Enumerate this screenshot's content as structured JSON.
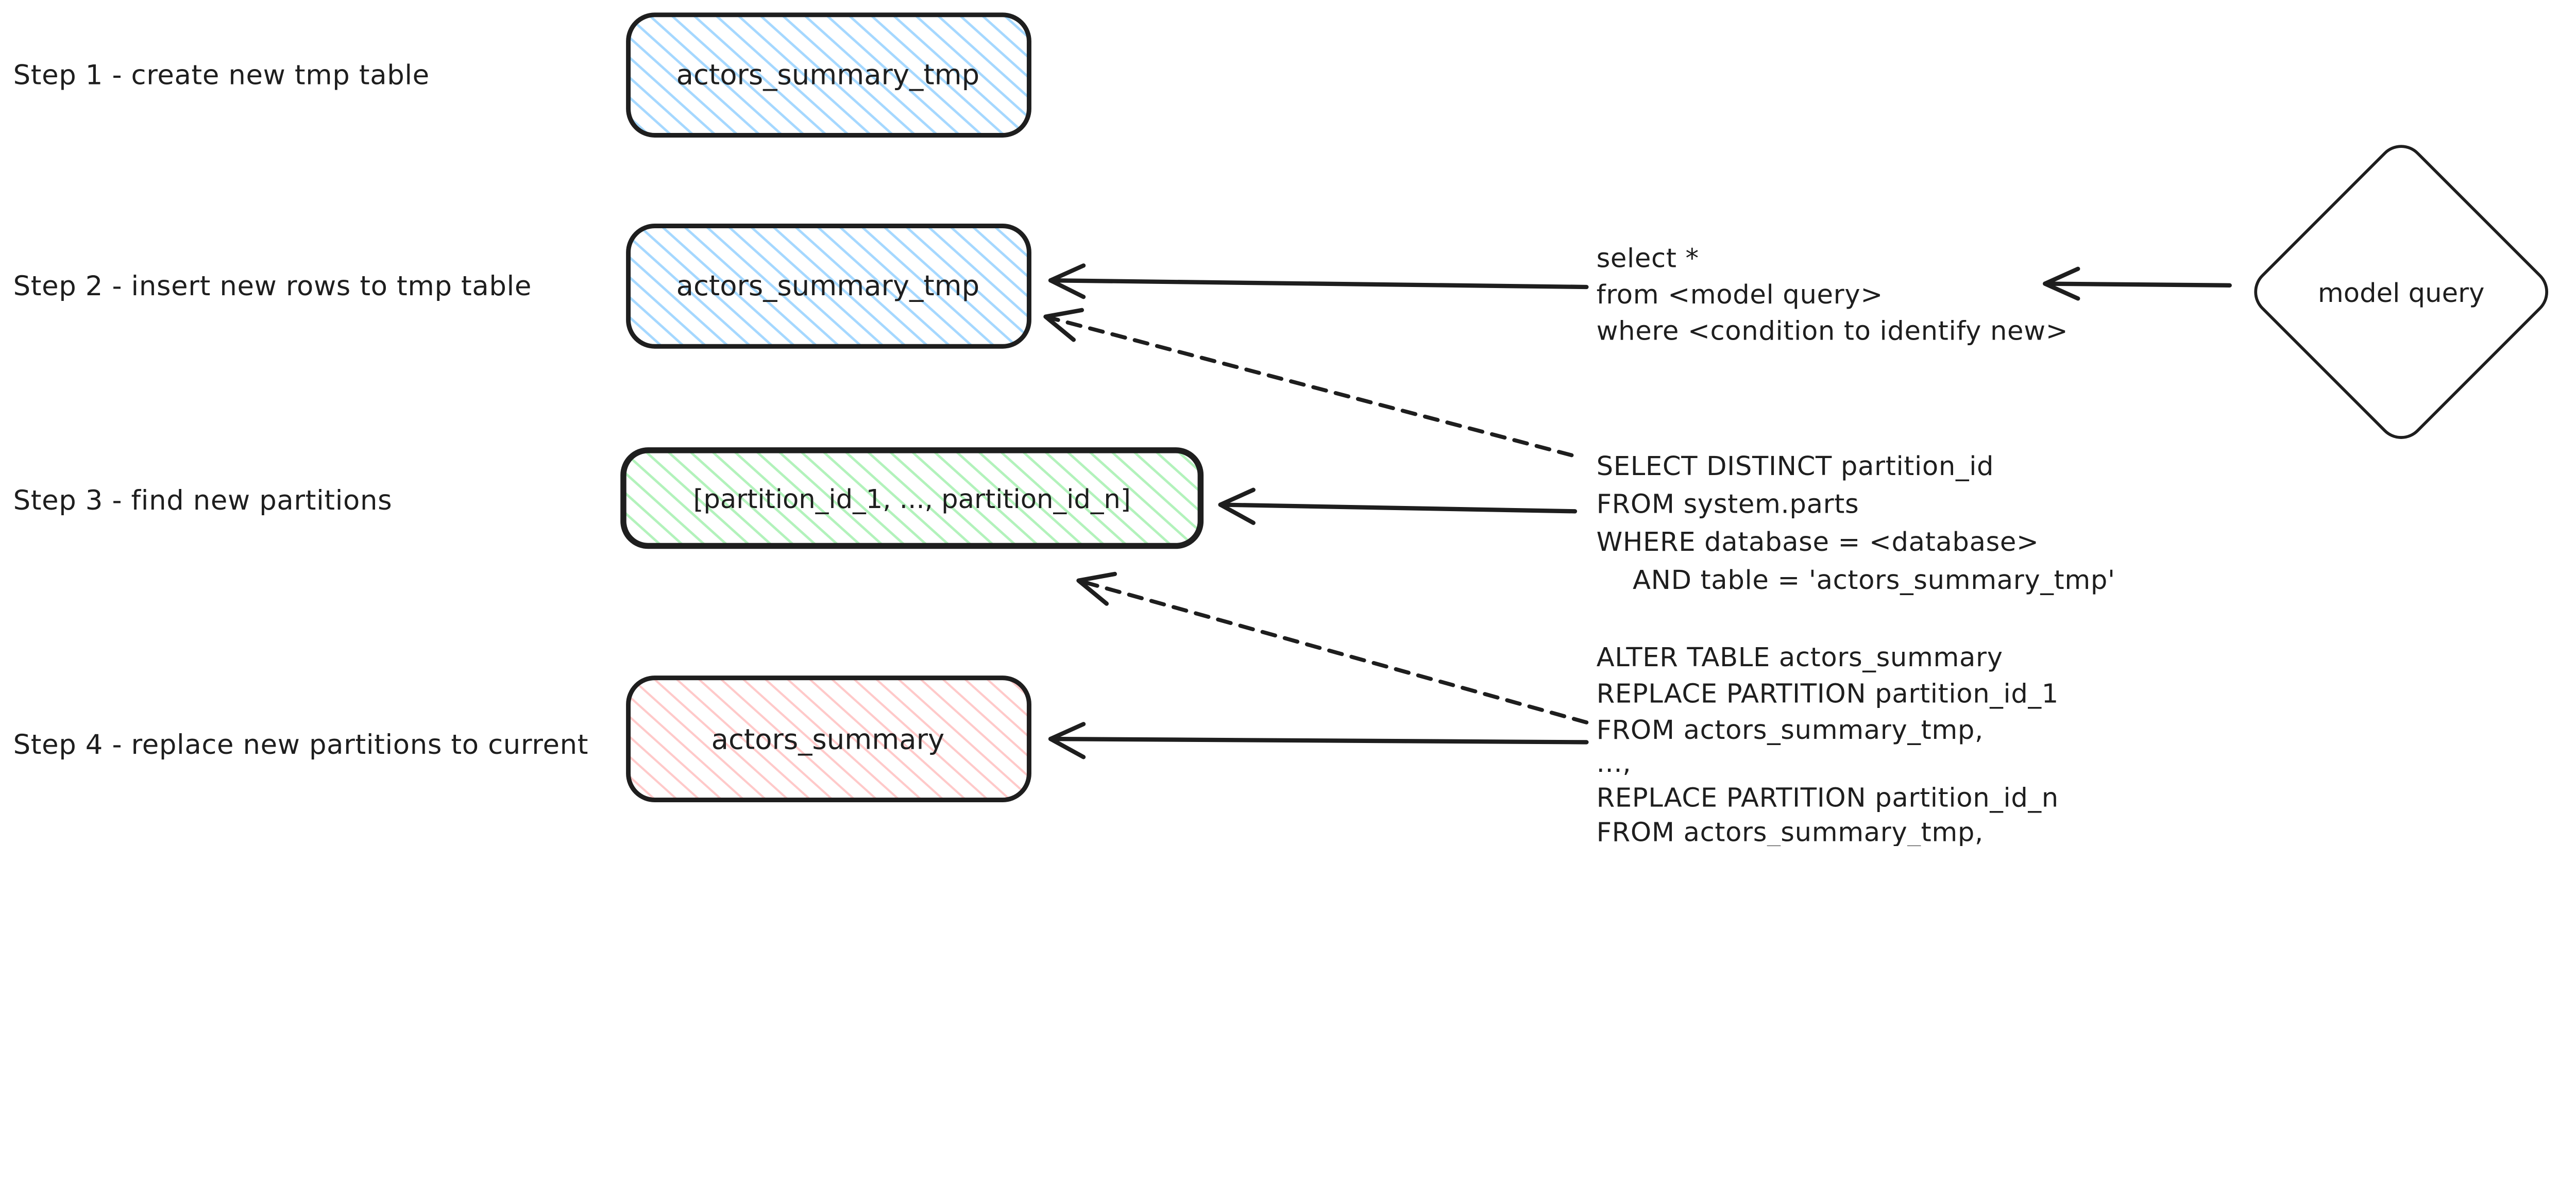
{
  "diagram": {
    "background": "#ffffff",
    "stroke_color": "#1e1e1e",
    "steps": [
      {
        "label": "Step 1 - create new tmp table",
        "node_text": "actors_summary_tmp",
        "node_fill": "#a5d8ff"
      },
      {
        "label": "Step 2 - insert new rows to tmp table",
        "node_text": "actors_summary_tmp",
        "node_fill": "#a5d8ff"
      },
      {
        "label": "Step 3 - find new partitions",
        "node_text": "[partition_id_1, ..., partition_id_n]",
        "node_fill": "#b2f2bb"
      },
      {
        "label": "Step 4 - replace new partitions to current",
        "node_text": "actors_summary",
        "node_fill": "#ffc9c9"
      }
    ],
    "model_query_node": {
      "text": "model query"
    },
    "sql_annotations": {
      "step2": {
        "lines": [
          "select *",
          "from <model query>",
          "where <condition to identify new>"
        ]
      },
      "step3": {
        "lines": [
          "SELECT DISTINCT partition_id",
          "FROM system.parts",
          "WHERE database = <database>",
          "AND table = 'actors_summary_tmp'"
        ]
      },
      "step4": {
        "lines": [
          "ALTER TABLE actors_summary",
          "REPLACE PARTITION partition_id_1",
          "FROM actors_summary_tmp,",
          "...,",
          "REPLACE PARTITION partition_id_n",
          "FROM actors_summary_tmp,"
        ]
      }
    }
  }
}
